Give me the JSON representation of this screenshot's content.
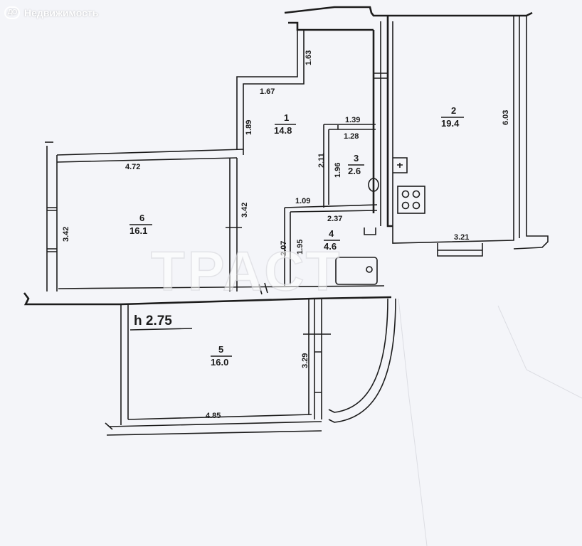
{
  "brand": {
    "logo_text": "ДО",
    "name": "Недвижимость"
  },
  "watermark": "ТРАСТ",
  "ceiling_height": "h 2.75",
  "rooms": [
    {
      "number": "1",
      "area": "14.8"
    },
    {
      "number": "2",
      "area": "19.4"
    },
    {
      "number": "3",
      "area": "2.6"
    },
    {
      "number": "4",
      "area": "4.6"
    },
    {
      "number": "5",
      "area": "16.0"
    },
    {
      "number": "6",
      "area": "16.1"
    }
  ],
  "dimensions": {
    "hall_top_right": "1.63",
    "hall_top": "1.67",
    "hall_left": "1.89",
    "wc_top_outer": "1.39",
    "wc_top_inner": "1.28",
    "wc_left_outer": "2.11",
    "wc_left_inner": "1.96",
    "kitchen_right": "6.03",
    "kitchen_bottom": "3.21",
    "room6_top": "4.72",
    "room6_left": "3.42",
    "room6_right": "3.42",
    "bath_corridor": "1.09",
    "bath_top": "2.37",
    "bath_left_outer": "2.07",
    "bath_left_inner": "1.95",
    "room5_right": "3.29",
    "room5_bottom": "4.85"
  },
  "colors": {
    "paper": "#f4f5f9",
    "ink": "#1c1c1c",
    "brand": "#ffffff"
  }
}
